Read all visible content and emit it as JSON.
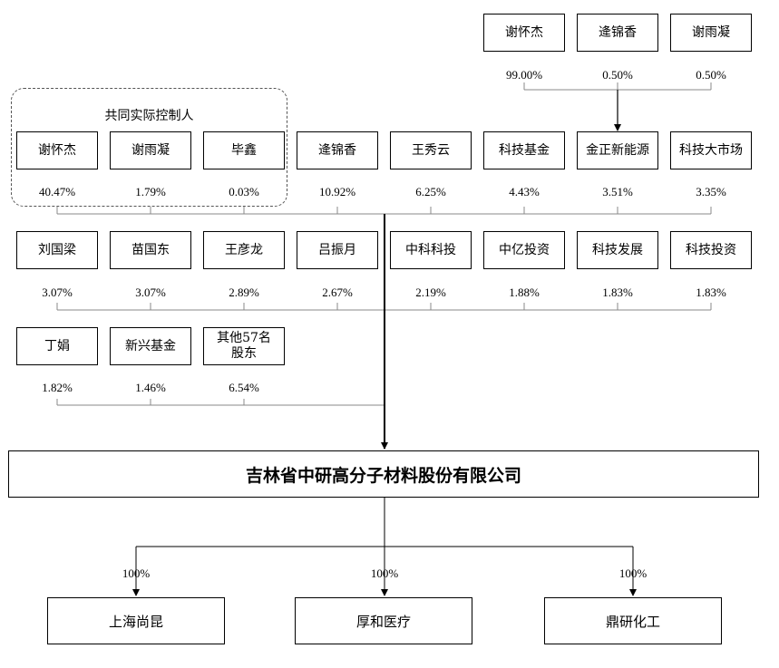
{
  "group": {
    "label": "共同实际控制人"
  },
  "top_row": {
    "entities": [
      {
        "name": "谢怀杰",
        "pct": "99.00%"
      },
      {
        "name": "逄锦香",
        "pct": "0.50%"
      },
      {
        "name": "谢雨凝",
        "pct": "0.50%"
      }
    ]
  },
  "shareholders": [
    {
      "name": "谢怀杰",
      "pct": "40.47%"
    },
    {
      "name": "谢雨凝",
      "pct": "1.79%"
    },
    {
      "name": "毕鑫",
      "pct": "0.03%"
    },
    {
      "name": "逄锦香",
      "pct": "10.92%"
    },
    {
      "name": "王秀云",
      "pct": "6.25%"
    },
    {
      "name": "科技基金",
      "pct": "4.43%"
    },
    {
      "name": "金正新能源",
      "pct": "3.51%"
    },
    {
      "name": "科技大市场",
      "pct": "3.35%"
    },
    {
      "name": "刘国梁",
      "pct": "3.07%"
    },
    {
      "name": "苗国东",
      "pct": "3.07%"
    },
    {
      "name": "王彦龙",
      "pct": "2.89%"
    },
    {
      "name": "吕振月",
      "pct": "2.67%"
    },
    {
      "name": "中科科投",
      "pct": "2.19%"
    },
    {
      "name": "中亿投资",
      "pct": "1.88%"
    },
    {
      "name": "科技发展",
      "pct": "1.83%"
    },
    {
      "name": "科技投资",
      "pct": "1.83%"
    },
    {
      "name": "丁娟",
      "pct": "1.82%"
    },
    {
      "name": "新兴基金",
      "pct": "1.46%"
    },
    {
      "name": "其他57名股东",
      "pct": "6.54%"
    }
  ],
  "company": {
    "name": "吉林省中研高分子材料股份有限公司"
  },
  "subsidiaries": [
    {
      "name": "上海尚昆",
      "pct": "100%"
    },
    {
      "name": "厚和医疗",
      "pct": "100%"
    },
    {
      "name": "鼎研化工",
      "pct": "100%"
    }
  ]
}
